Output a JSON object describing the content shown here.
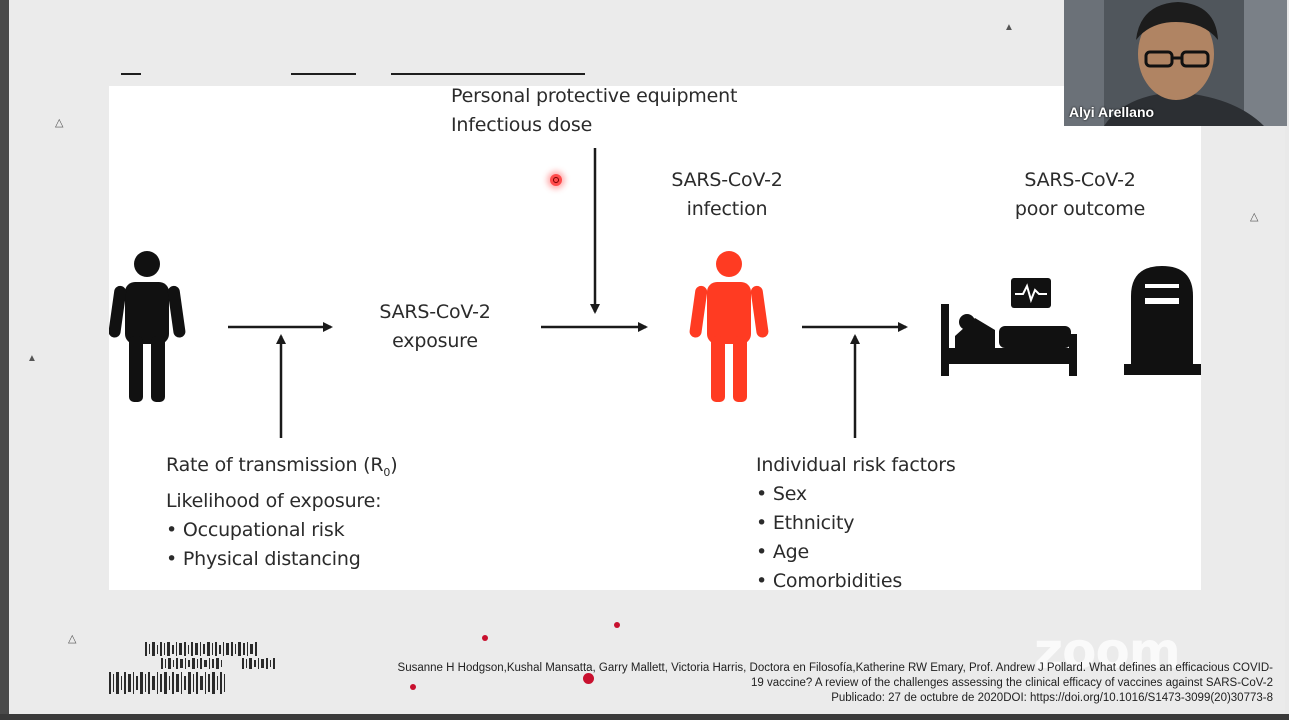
{
  "presenter": {
    "name": "Alyi Arellano"
  },
  "diagram": {
    "top_factors": [
      "Personal protective equipment",
      "Infectious dose"
    ],
    "exposure_label": [
      "SARS-CoV-2",
      "exposure"
    ],
    "infection_label": [
      "SARS-CoV-2",
      "infection"
    ],
    "outcome_label": [
      "SARS-CoV-2",
      "poor outcome"
    ],
    "transmission_factors": {
      "line1": "Rate of transmission (R",
      "line1_sub": "0",
      "line1_end": ")",
      "line2": "Likelihood of exposure:",
      "bullets": [
        "• Occupational risk",
        "• Physical distancing"
      ]
    },
    "risk_factors": {
      "heading": "Individual risk factors",
      "bullets": [
        "• Sex",
        "• Ethnicity",
        "• Age",
        "• Comorbidities"
      ]
    },
    "colors": {
      "infected_person": "#ff3b22",
      "person": "#111111",
      "arrow": "#1a1a1a"
    }
  },
  "citation": {
    "line1": "Susanne H Hodgson,Kushal Mansatta, Garry Mallett, Victoria Harris, Doctora en Filosofía,Katherine RW Emary, Prof. Andrew J Pollard. What defines an efficacious COVID-",
    "line2": "19 vaccine? A review of the challenges assessing the clinical efficacy of vaccines against SARS-CoV-2",
    "line3": "Publicado: 27 de octubre de 2020DOI: https://doi.org/10.1016/S1473-3099(20)30773-8"
  },
  "watermark": "zoom",
  "icons": {
    "person": "person-icon",
    "infected_person": "infected-person-icon",
    "hospital_bed": "hospital-bed-icon",
    "heart_monitor": "heart-monitor-icon",
    "gravestone": "gravestone-icon",
    "triangle_deco": "triangle-outline-icon"
  }
}
